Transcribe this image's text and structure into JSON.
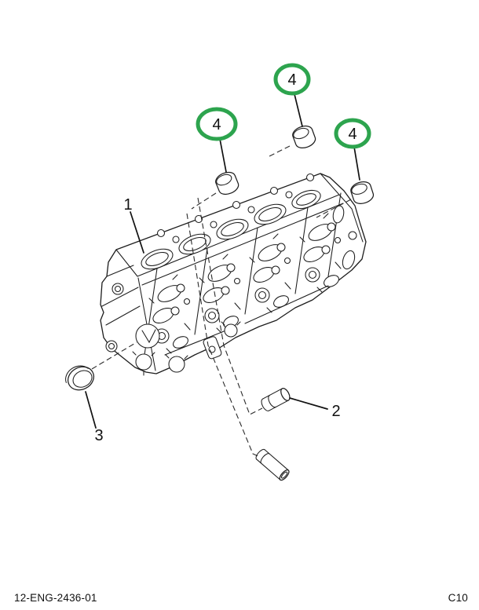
{
  "colors": {
    "highlight_green": "#2da44e",
    "line": "#1d1d1d",
    "background": "#ffffff"
  },
  "footer": {
    "document_code": "12-ENG-2436-01",
    "page_code": "C10"
  },
  "callouts": [
    {
      "label": "1",
      "circled": false
    },
    {
      "label": "2",
      "circled": false
    },
    {
      "label": "3",
      "circled": false
    },
    {
      "label": "4",
      "circled": true
    },
    {
      "label": "4",
      "circled": true
    },
    {
      "label": "4",
      "circled": true
    }
  ]
}
